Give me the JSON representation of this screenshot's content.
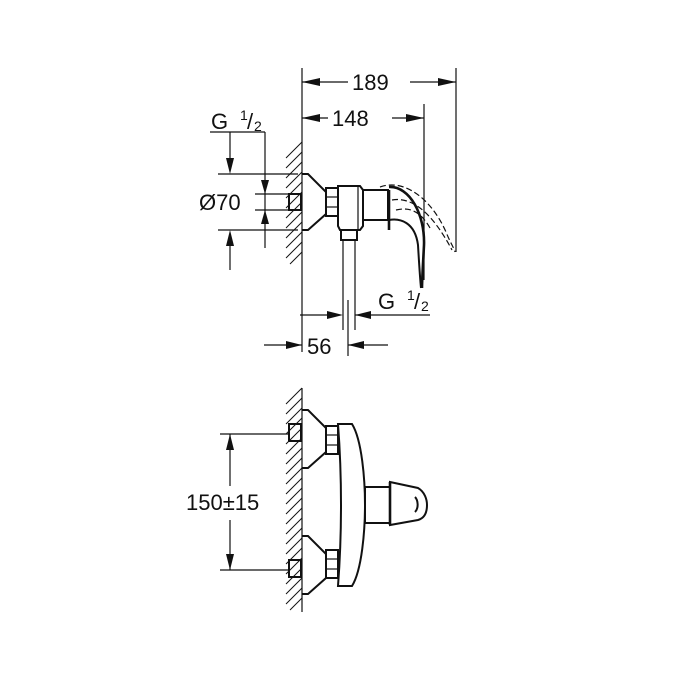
{
  "drawing": {
    "type": "technical dimension drawing",
    "subject": "wall-mounted shower mixer",
    "line_color": "#111111",
    "background": "#ffffff"
  },
  "side_view": {
    "dimensions": {
      "overall_depth": "189",
      "lever_depth": "148",
      "body_offset": "56",
      "flange_diameter_prefix": "Ø",
      "flange_diameter": "70",
      "inlet_thread_label": "G",
      "inlet_thread_num": "1",
      "inlet_thread_den": "2",
      "outlet_thread_label": "G",
      "outlet_thread_num": "1",
      "outlet_thread_den": "2"
    }
  },
  "front_view": {
    "dimensions": {
      "inlet_spacing": "150±15"
    }
  }
}
